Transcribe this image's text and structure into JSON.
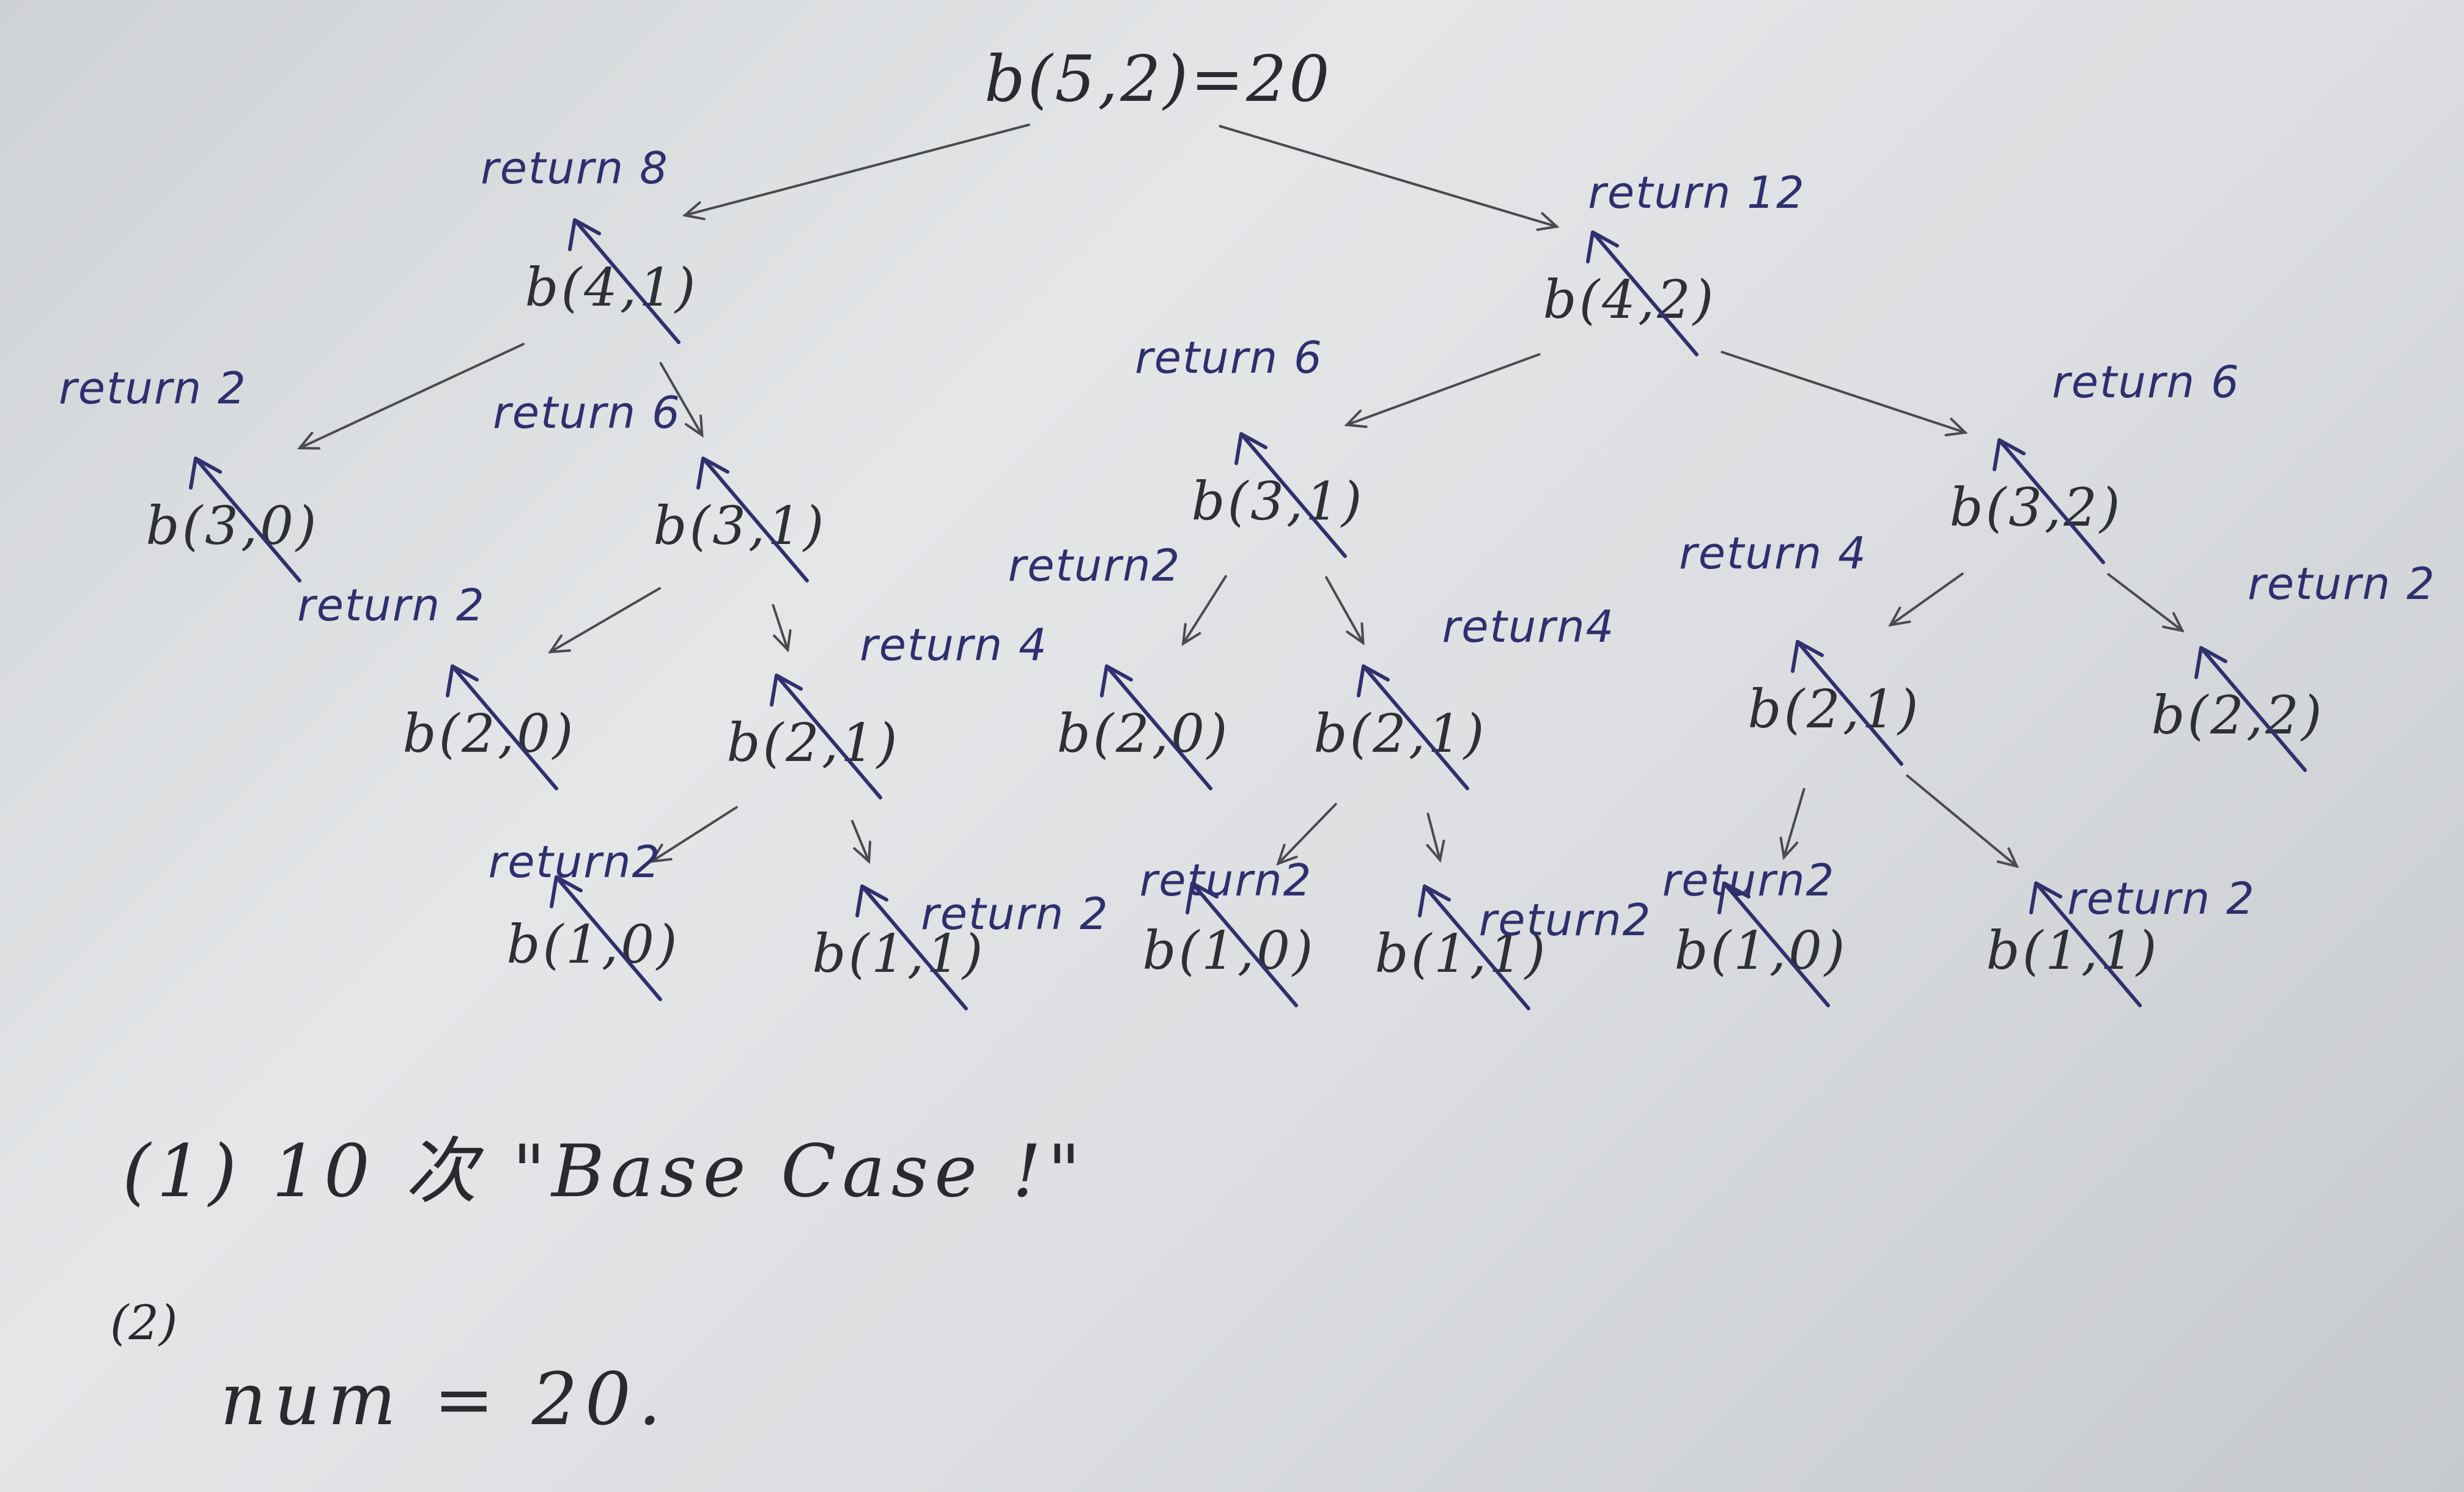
{
  "root": {
    "call": "b(5,2)",
    "result": "=20"
  },
  "nodes": [
    {
      "id": "n_4_1",
      "call": "b(4,1)",
      "returns": "return 8"
    },
    {
      "id": "n_4_2",
      "call": "b(4,2)",
      "returns": "return 12"
    },
    {
      "id": "n_3_0",
      "call": "b(3,0)",
      "returns": "return 2"
    },
    {
      "id": "n_3_1a",
      "call": "b(3,1)",
      "returns": "return 6"
    },
    {
      "id": "n_3_1b",
      "call": "b(3,1)",
      "returns": "return 6"
    },
    {
      "id": "n_3_2",
      "call": "b(3,2)",
      "returns": "return 6"
    },
    {
      "id": "n_2_0a",
      "call": "b(2,0)",
      "returns": "return 2"
    },
    {
      "id": "n_2_1a",
      "call": "b(2,1)",
      "returns": "return 4"
    },
    {
      "id": "n_2_0b",
      "call": "b(2,0)",
      "returns": "return2"
    },
    {
      "id": "n_2_1b",
      "call": "b(2,1)",
      "returns": "return4"
    },
    {
      "id": "n_2_1c",
      "call": "b(2,1)",
      "returns": "return 4"
    },
    {
      "id": "n_2_2",
      "call": "b(2,2)",
      "returns": "return 2"
    },
    {
      "id": "n_1_0a",
      "call": "b(1,0)",
      "returns": "return2"
    },
    {
      "id": "n_1_1a",
      "call": "b(1,1)",
      "returns": "return 2"
    },
    {
      "id": "n_1_0b",
      "call": "b(1,0)",
      "returns": "return2"
    },
    {
      "id": "n_1_1b",
      "call": "b(1,1)",
      "returns": "return2"
    },
    {
      "id": "n_1_0c",
      "call": "b(1,0)",
      "returns": "return2"
    },
    {
      "id": "n_1_1c",
      "call": "b(1,1)",
      "returns": "return 2"
    }
  ],
  "edges": [
    [
      "root",
      "n_4_1"
    ],
    [
      "root",
      "n_4_2"
    ],
    [
      "n_4_1",
      "n_3_0"
    ],
    [
      "n_4_1",
      "n_3_1a"
    ],
    [
      "n_4_2",
      "n_3_1b"
    ],
    [
      "n_4_2",
      "n_3_2"
    ],
    [
      "n_3_1a",
      "n_2_0a"
    ],
    [
      "n_3_1a",
      "n_2_1a"
    ],
    [
      "n_3_1b",
      "n_2_0b"
    ],
    [
      "n_3_1b",
      "n_2_1b"
    ],
    [
      "n_3_2",
      "n_2_1c"
    ],
    [
      "n_3_2",
      "n_2_2"
    ],
    [
      "n_2_1a",
      "n_1_0a"
    ],
    [
      "n_2_1a",
      "n_1_1a"
    ],
    [
      "n_2_1b",
      "n_1_0b"
    ],
    [
      "n_2_1b",
      "n_1_1b"
    ],
    [
      "n_2_1c",
      "n_1_0c"
    ],
    [
      "n_2_1c",
      "n_1_1c"
    ]
  ],
  "answers": {
    "q1": "(1) 10 次 \"Base Case !\"",
    "q2_marker": "(2)",
    "q2": "num = 20."
  }
}
